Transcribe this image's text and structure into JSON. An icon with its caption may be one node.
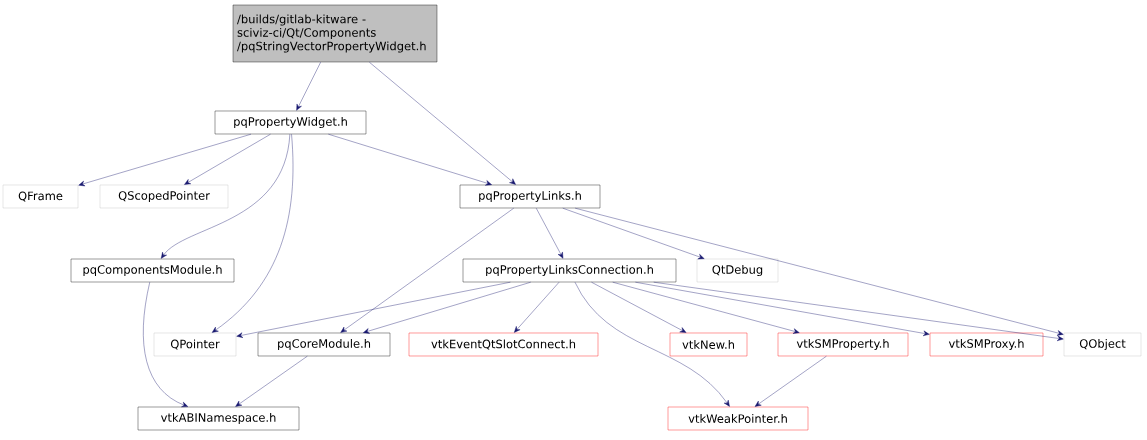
{
  "diagram": {
    "nodes": [
      {
        "text": [
          "/builds/gitlab-kitware -sciviz-ci/Qt/Components /pqStringVectorPropertyWidget.h"
        ]
      },
      {
        "text": [
          "pqPropertyWidget.h"
        ]
      },
      {
        "text": [
          "QFrame"
        ]
      },
      {
        "text": [
          "QScopedPointer"
        ]
      },
      {
        "text": [
          "pqPropertyLinks.h"
        ]
      },
      {
        "text": [
          "pqComponentsModule.h"
        ]
      },
      {
        "text": [
          "pqPropertyLinksConnection.h"
        ]
      },
      {
        "text": [
          "QtDebug"
        ]
      },
      {
        "text": [
          "QPointer"
        ]
      },
      {
        "text": [
          "pqCoreModule.h"
        ]
      },
      {
        "text": [
          "vtkEventQtSlotConnect.h"
        ]
      },
      {
        "text": [
          "vtkNew.h"
        ]
      },
      {
        "text": [
          "vtkSMProperty.h"
        ]
      },
      {
        "text": [
          "vtkSMProxy.h"
        ]
      },
      {
        "text": [
          "QObject"
        ]
      },
      {
        "text": [
          "vtkABINamespace.h"
        ]
      },
      {
        "text": [
          "vtkWeakPointer.h"
        ]
      }
    ],
    "edges": [
      {
        "from": 0,
        "to": 1,
        "arrow": "to"
      },
      {
        "from": 0,
        "to": 4,
        "arrow": "to"
      },
      {
        "from": 1,
        "to": 2,
        "arrow": "to"
      },
      {
        "from": 1,
        "to": 3,
        "arrow": "to"
      },
      {
        "from": 1,
        "to": 4,
        "arrow": "to"
      },
      {
        "from": 1,
        "to": 5,
        "arrow": "to"
      },
      {
        "from": 1,
        "to": 8,
        "arrow": "to"
      },
      {
        "from": 4,
        "to": 9,
        "arrow": "to"
      },
      {
        "from": 4,
        "to": 6,
        "arrow": "to"
      },
      {
        "from": 4,
        "to": 7,
        "arrow": "to"
      },
      {
        "from": 4,
        "to": 14,
        "arrow": "to"
      },
      {
        "from": 5,
        "to": 15,
        "arrow": "to"
      },
      {
        "from": 6,
        "to": 8,
        "arrow": "to"
      },
      {
        "from": 6,
        "to": 9,
        "arrow": "to"
      },
      {
        "from": 6,
        "to": 10,
        "arrow": "to"
      },
      {
        "from": 6,
        "to": 11,
        "arrow": "to"
      },
      {
        "from": 6,
        "to": 12,
        "arrow": "to"
      },
      {
        "from": 6,
        "to": 13,
        "arrow": "to"
      },
      {
        "from": 6,
        "to": 14,
        "arrow": "to"
      },
      {
        "from": 6,
        "to": 16,
        "arrow": "to"
      },
      {
        "from": 9,
        "to": 15,
        "arrow": "to"
      },
      {
        "from": 12,
        "to": 16,
        "arrow": "to"
      }
    ]
  }
}
